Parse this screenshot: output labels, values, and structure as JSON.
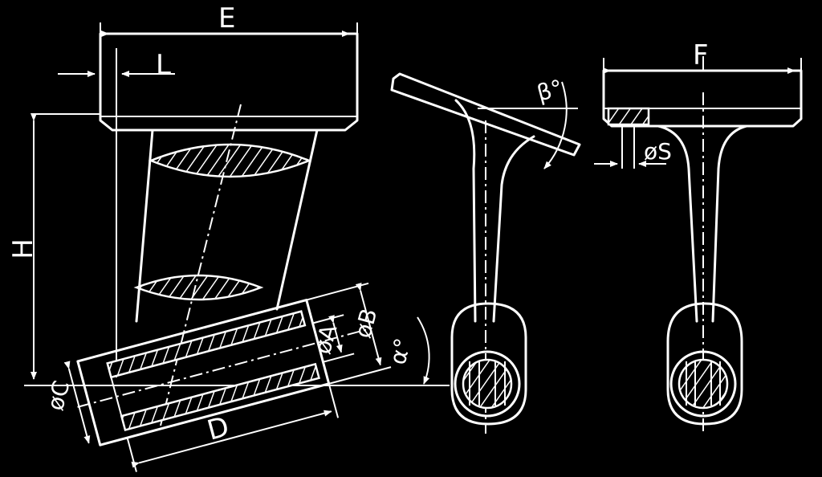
{
  "diagram": {
    "labels": {
      "E": "E",
      "L": "L",
      "H": "H",
      "phiA": "øA",
      "phiB": "øB",
      "phiC": "øC",
      "D": "D",
      "alpha": "α°",
      "beta": "β°",
      "F": "F",
      "phiS": "øS"
    },
    "colors": {
      "background": "#000000",
      "line": "#ffffff"
    }
  }
}
